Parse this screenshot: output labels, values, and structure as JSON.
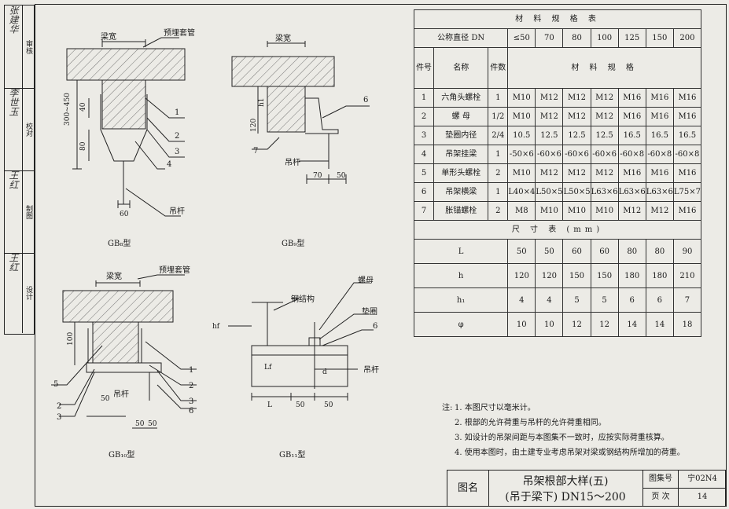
{
  "left_strip": {
    "rows": [
      {
        "label": "审核",
        "signature": "张建华"
      },
      {
        "label": "校对",
        "signature": "李世玉"
      },
      {
        "label": "制图",
        "signature": "王红"
      },
      {
        "label": "设计",
        "signature": "王红"
      }
    ]
  },
  "drawings": {
    "beam_width": "梁宽",
    "sleeve": "预埋套管",
    "rod": "吊杆",
    "steel_structure": "钢结构",
    "nut": "螺母",
    "washer": "垫圈",
    "dims": {
      "d300_450": "300~450",
      "d40": "40",
      "d80": "80",
      "d60": "60",
      "h1": "h1",
      "d120": "120",
      "d70": "70",
      "d50": "50",
      "d100": "100",
      "L": "L",
      "Lf": "Lf",
      "hf": "hf",
      "d": "d"
    },
    "callouts": [
      "1",
      "2",
      "3",
      "4",
      "5",
      "6",
      "7"
    ],
    "captions": {
      "gb_a": "GB₈型",
      "gb_b": "GB₉型",
      "gb_c": "GB₁₀型",
      "gb_d": "GB₁₁型"
    }
  },
  "materials_table": {
    "title": "材 料 规 格 表",
    "dn_label": "公称直径 DN",
    "dn": [
      "≤50",
      "70",
      "80",
      "100",
      "125",
      "150",
      "200"
    ],
    "col_no": "件号",
    "col_name": "名称",
    "col_qty": "件数",
    "spec_header": "材 料 规 格",
    "rows": [
      {
        "no": "1",
        "name": "六角头螺栓",
        "qty": "1",
        "v": [
          "M10",
          "M12",
          "M12",
          "M12",
          "M16",
          "M16",
          "M16"
        ]
      },
      {
        "no": "2",
        "name": "螺 母",
        "qty": "1/2",
        "v": [
          "M10",
          "M12",
          "M12",
          "M12",
          "M16",
          "M16",
          "M16"
        ]
      },
      {
        "no": "3",
        "name": "垫圈内径",
        "qty": "2/4",
        "v": [
          "10.5",
          "12.5",
          "12.5",
          "12.5",
          "16.5",
          "16.5",
          "16.5"
        ]
      },
      {
        "no": "4",
        "name": "吊架挂梁",
        "qty": "1",
        "v": [
          "-50×6",
          "-60×6",
          "-60×6",
          "-60×6",
          "-60×8",
          "-60×8",
          "-60×8"
        ]
      },
      {
        "no": "5",
        "name": "单形头螺栓",
        "qty": "2",
        "v": [
          "M10",
          "M12",
          "M12",
          "M12",
          "M16",
          "M16",
          "M16"
        ]
      },
      {
        "no": "6",
        "name": "吊架横梁",
        "qty": "1",
        "v": [
          "L40×4",
          "L50×5",
          "L50×5",
          "L63×6",
          "L63×6",
          "L63×6",
          "L75×7"
        ]
      },
      {
        "no": "7",
        "name": "胀锚螺栓",
        "qty": "2",
        "v": [
          "M8",
          "M10",
          "M10",
          "M10",
          "M12",
          "M12",
          "M16"
        ]
      }
    ],
    "dim_title": "尺 寸 表 (mm)",
    "dim_rows": [
      {
        "name": "L",
        "v": [
          "50",
          "50",
          "60",
          "60",
          "80",
          "80",
          "90"
        ]
      },
      {
        "name": "h",
        "v": [
          "120",
          "120",
          "150",
          "150",
          "180",
          "180",
          "210"
        ]
      },
      {
        "name": "h₁",
        "v": [
          "4",
          "4",
          "5",
          "5",
          "6",
          "6",
          "7"
        ]
      },
      {
        "name": "φ",
        "v": [
          "10",
          "10",
          "12",
          "12",
          "14",
          "14",
          "18"
        ]
      }
    ]
  },
  "notes": {
    "heading": "注:",
    "items": [
      "1. 本图尺寸以毫米计。",
      "2. 根部的允许荷重与吊杆的允许荷重相同。",
      "3. 如设计的吊架间距与本图集不一致时，应按实际荷重核算。",
      "4. 使用本图时，由土建专业考虑吊架对梁或钢结构所增加的荷重。"
    ]
  },
  "title_block": {
    "name_label": "图名",
    "title_line1": "吊架根部大样(五)",
    "title_line2": "(吊于梁下) DN15～200",
    "atlas_label": "图集号",
    "atlas_no": "宁02N4",
    "page_label": "页 次",
    "page_no": "14"
  }
}
